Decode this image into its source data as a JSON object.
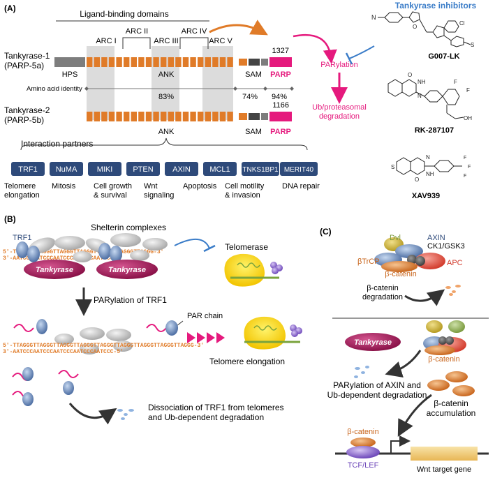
{
  "panel_a": {
    "label": "(A)",
    "ligand_binding_domains": "Ligand-binding domains",
    "arc_labels": [
      "ARC I",
      "ARC II",
      "ARC III",
      "ARC IV",
      "ARC V"
    ],
    "tnks1": {
      "name": "Tankyrase-1",
      "alias": "(PARP-5a)",
      "length": "1327"
    },
    "tnks2": {
      "name": "Tankyrase-2",
      "alias": "(PARP-5b)",
      "length": "1166"
    },
    "domain_hps": "HPS",
    "domain_ank": "ANK",
    "domain_sam": "SAM",
    "domain_parp": "PARP",
    "identity_label": "Amino acid identity",
    "identity_ank": "83%",
    "identity_sam": "74%",
    "identity_parp": "94%",
    "parylation": "PARylation",
    "degradation": [
      "Ub/proteasomal",
      "degradation"
    ],
    "interaction_title": "Interaction partners",
    "partners": [
      "TRF1",
      "NuMA",
      "MIKI",
      "PTEN",
      "AXIN",
      "MCL1",
      "TNKS1BP1",
      "MERIT40"
    ],
    "functions": [
      [
        "Telomere",
        "elongation"
      ],
      [
        "Mitosis",
        ""
      ],
      [
        "Cell growth",
        "& survival"
      ],
      [
        "Wnt",
        "signaling"
      ],
      [
        "Apoptosis",
        ""
      ],
      [
        "Cell motility",
        "& invasion"
      ],
      [
        "DNA repair",
        ""
      ]
    ],
    "inhibitors_title": "Tankyrase inhibitors",
    "inhibitors": [
      "G007-LK",
      "RK-287107",
      "XAV939"
    ],
    "chem_atoms": {
      "g007_n": "N",
      "g007_o": "O",
      "g007_cl": "Cl",
      "g007_so2": "S",
      "rk_o": "O",
      "rk_nh": "NH",
      "rk_n": "N",
      "rk_f1": "F",
      "rk_f2": "F",
      "rk_oh": "OH",
      "xav_s": "S",
      "xav_o": "O",
      "xav_nh": "NH",
      "xav_n": "N",
      "xav_f": "F"
    }
  },
  "panel_b": {
    "label": "(B)",
    "shelterin": "Shelterin complexes",
    "trf1": "TRF1",
    "tankyrase": "Tankyrase",
    "telomerase": "Telomerase",
    "seq_top": "5′-TTAGGGTTAGGGTTAGGGTTAGGGTTAGGGTTAGGGTTAGGG-3′",
    "seq_bottom": "3′-AATCCCAATCCCAATCCCAATCCCAATCCC-5′",
    "parylation_trf1": "PARylation of TRF1",
    "par_chain": "PAR chain",
    "seq_top2": "5′-TTAGGGTTAGGGTTAGGGTTAGGGTTAGGGTTAGGGTTAGGGTTAGGGTTAGGG-3′",
    "seq_bottom2": "3′-AATCCCAATCCCAATCCCAATCCCAATCCC-5′",
    "telomere_elongation": "Telomere elongation",
    "dissociation": [
      "Dissociation of TRF1 from telomeres",
      "and Ub-dependent degradation"
    ]
  },
  "panel_c": {
    "label": "(C)",
    "dvl": "Dvl",
    "axin": "AXIN",
    "ck1": "CK1/GSK3",
    "btrcp": "βTrCP",
    "apc": "APC",
    "bcat": "β-catenin",
    "bcat_degradation": [
      "β-catenin",
      "degradation"
    ],
    "tankyrase": "Tankyrase",
    "bcat2": "β-catenin",
    "parylation_axin": [
      "PARylation of AXIN and",
      "Ub-dependent degradation"
    ],
    "bcat_accumulation": [
      "β-catenin",
      "accumulation"
    ],
    "bcat3": "β-catenin",
    "tcf": "TCF/LEF",
    "wnt_gene": "Wnt target gene"
  },
  "colors": {
    "orange": "#e07b28",
    "magenta": "#e5197d",
    "blue_box": "#2e4a7a",
    "tankyrase": "#a3195b",
    "grey_shade": "#dcdcdc",
    "inhibitor_blue": "#3a7cc8"
  }
}
